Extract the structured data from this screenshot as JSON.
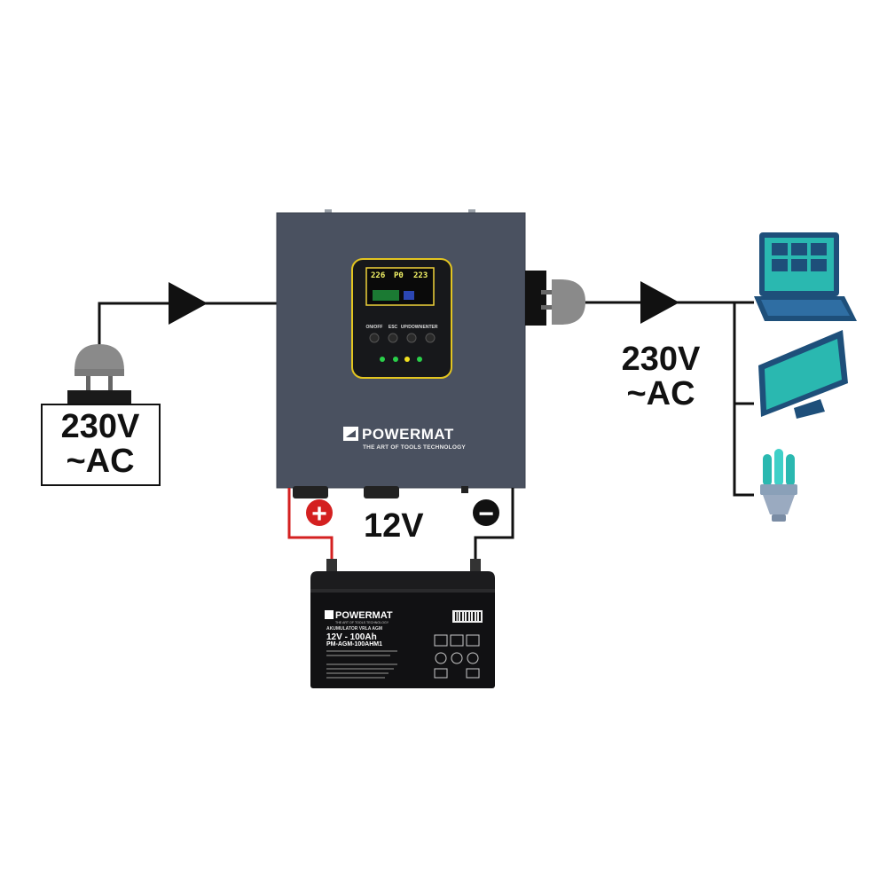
{
  "input": {
    "voltage": "230V",
    "type": "~AC"
  },
  "output": {
    "voltage": "230V",
    "type": "~AC"
  },
  "dc": {
    "voltage": "12V",
    "positive": "+",
    "negative": "−"
  },
  "inverter": {
    "brand": "POWERMAT",
    "tagline": "THE ART OF TOOLS TECHNOLOGY",
    "lcd": {
      "left": "226",
      "mid": "P0",
      "right": "223"
    },
    "buttons": [
      "ON/OFF",
      "ESC",
      "UP/DOWN",
      "ENTER"
    ]
  },
  "battery": {
    "brand": "POWERMAT",
    "tagline": "THE ART OF TOOLS TECHNOLOGY",
    "type": "AKUMULATOR VRLA AGM",
    "spec": "12V - 100Ah",
    "model": "PM-AGM-100AHM1"
  },
  "colors": {
    "wire": "#111111",
    "positive_wire": "#d42020",
    "inverter_body": "#4a5160",
    "device_screen": "#2ab8b0",
    "device_body": "#1e4f7a",
    "plug": "#8a8a8a"
  },
  "icons": [
    "plug-icon",
    "laptop-icon",
    "monitor-icon",
    "bulb-icon",
    "battery-icon",
    "inverter-icon"
  ]
}
